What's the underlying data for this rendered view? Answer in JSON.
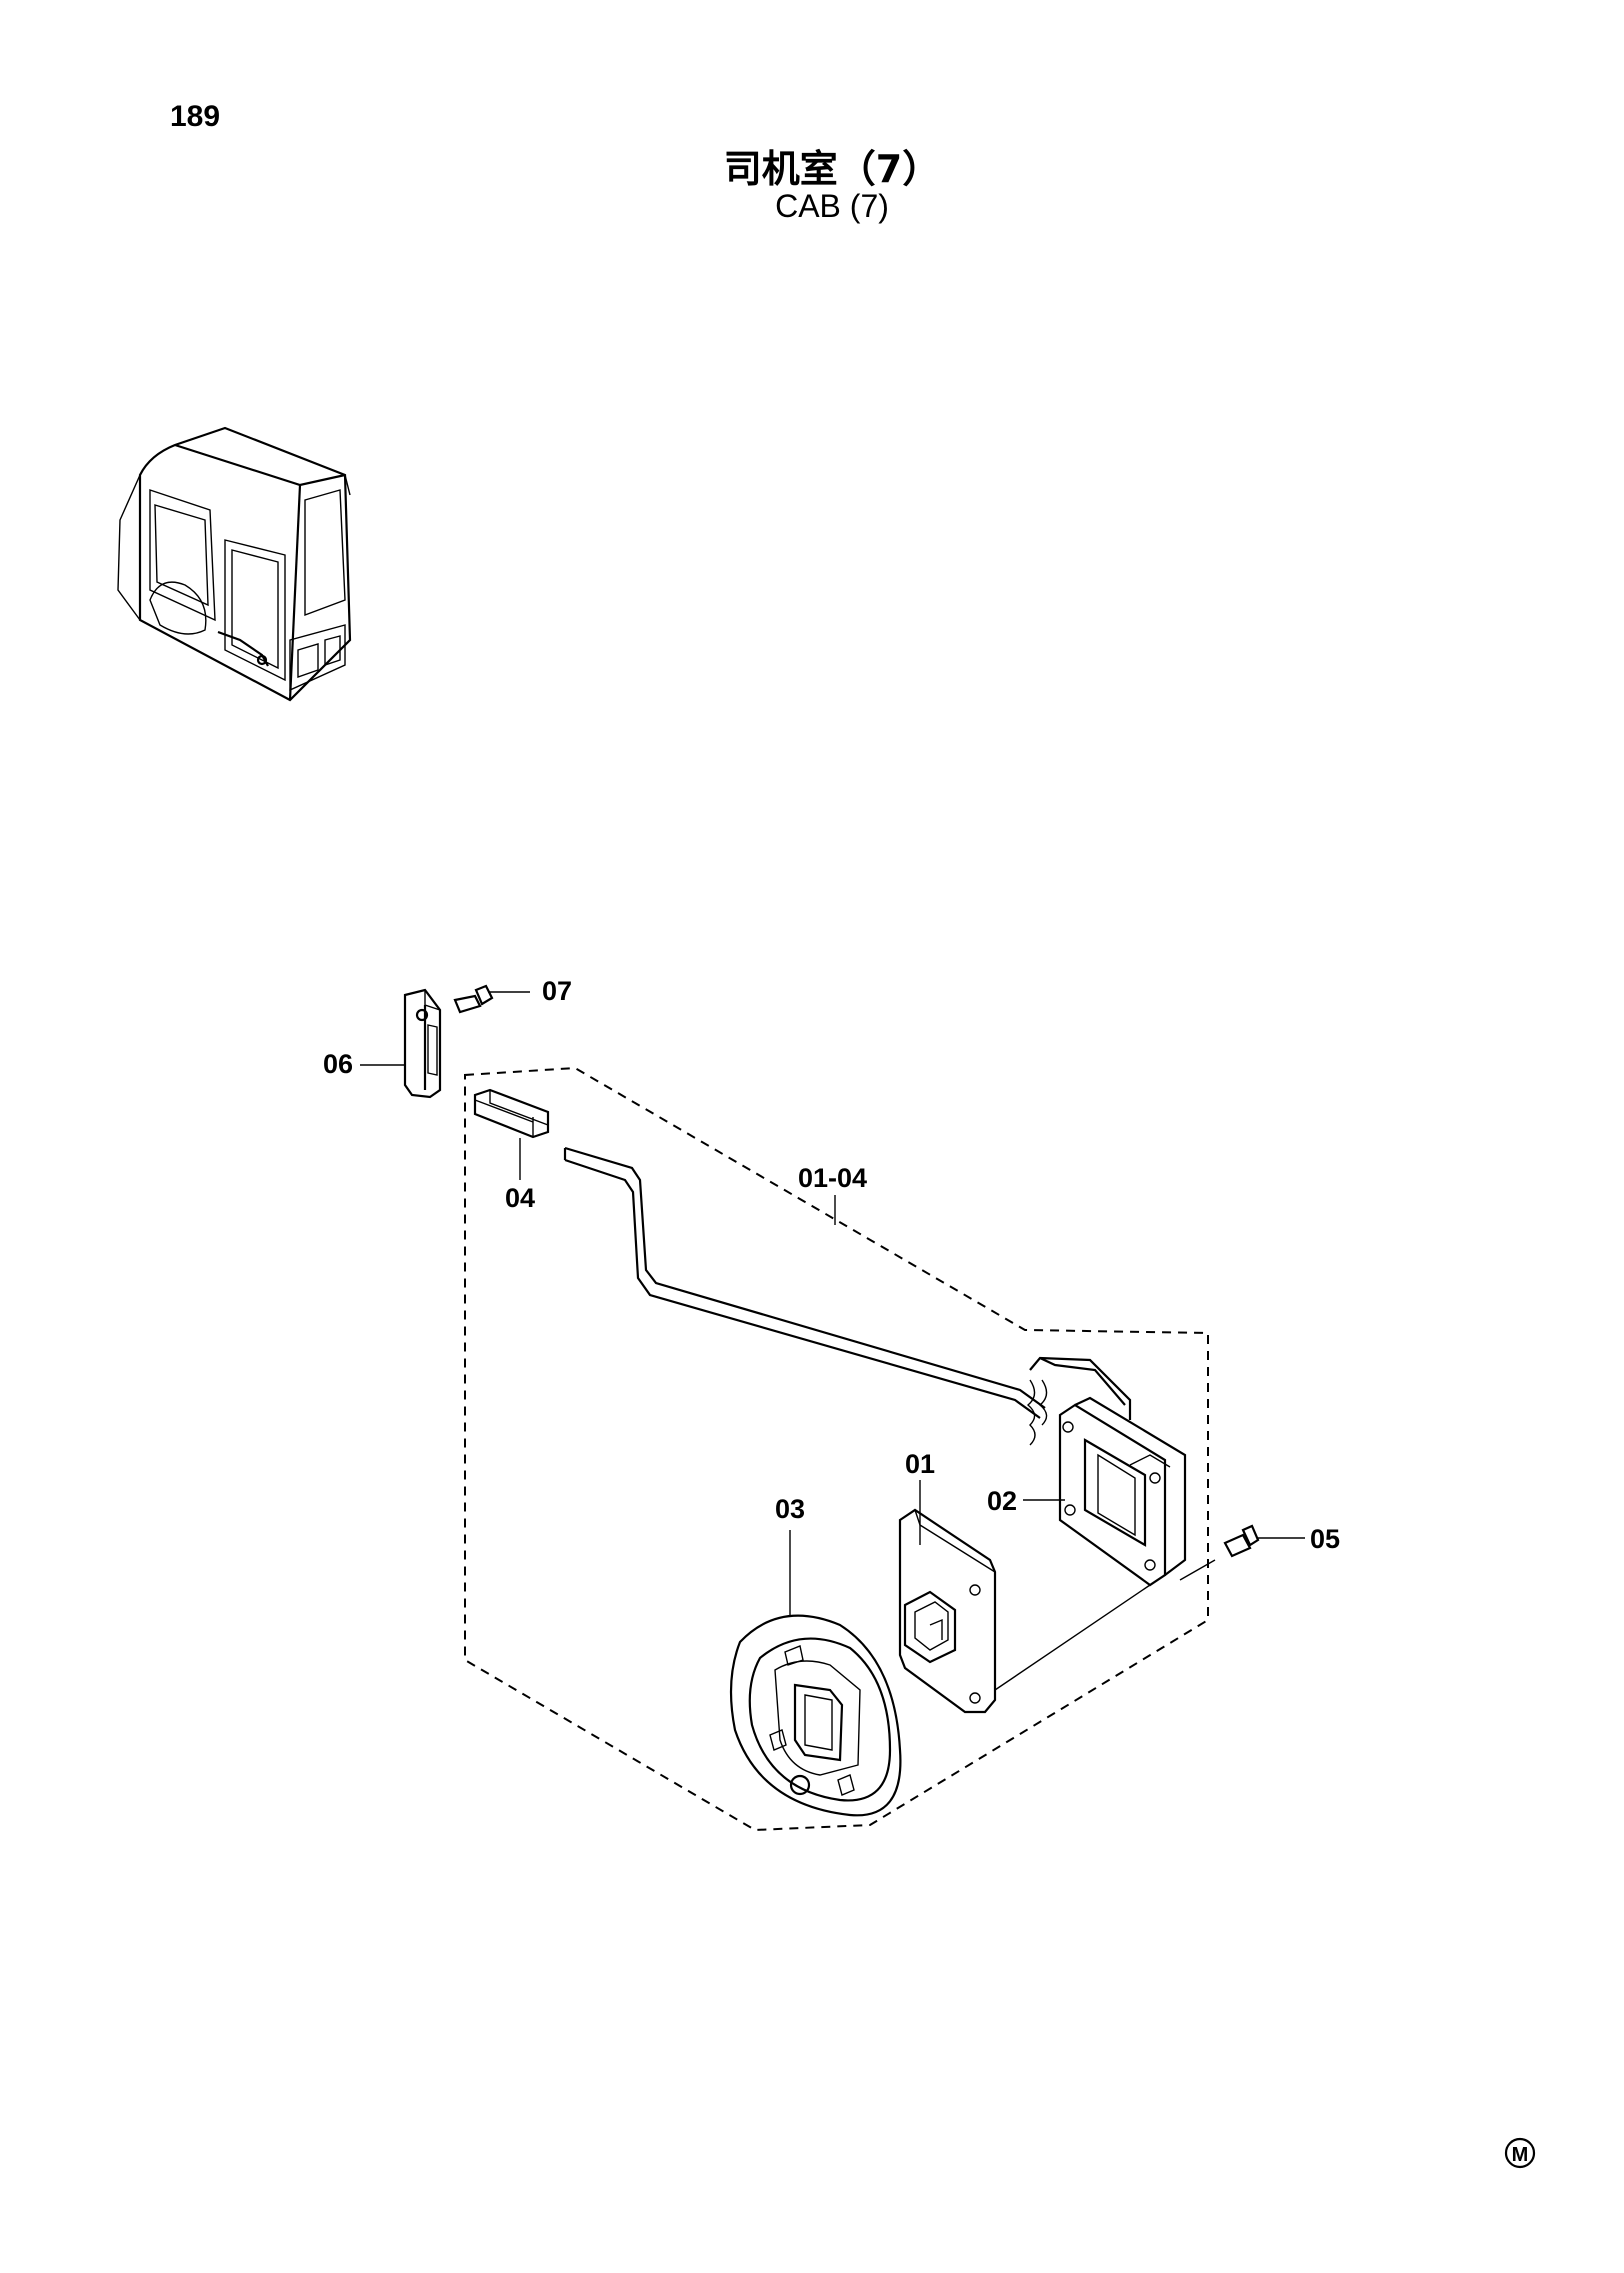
{
  "page": {
    "number": "189",
    "title_cn": "司机室（7）",
    "title_en": "CAB (7)"
  },
  "part_labels": {
    "p01": "01",
    "p02": "02",
    "p03": "03",
    "p04": "04",
    "p05": "05",
    "p06": "06",
    "p07": "07",
    "group": "01-04"
  },
  "mark": "M"
}
